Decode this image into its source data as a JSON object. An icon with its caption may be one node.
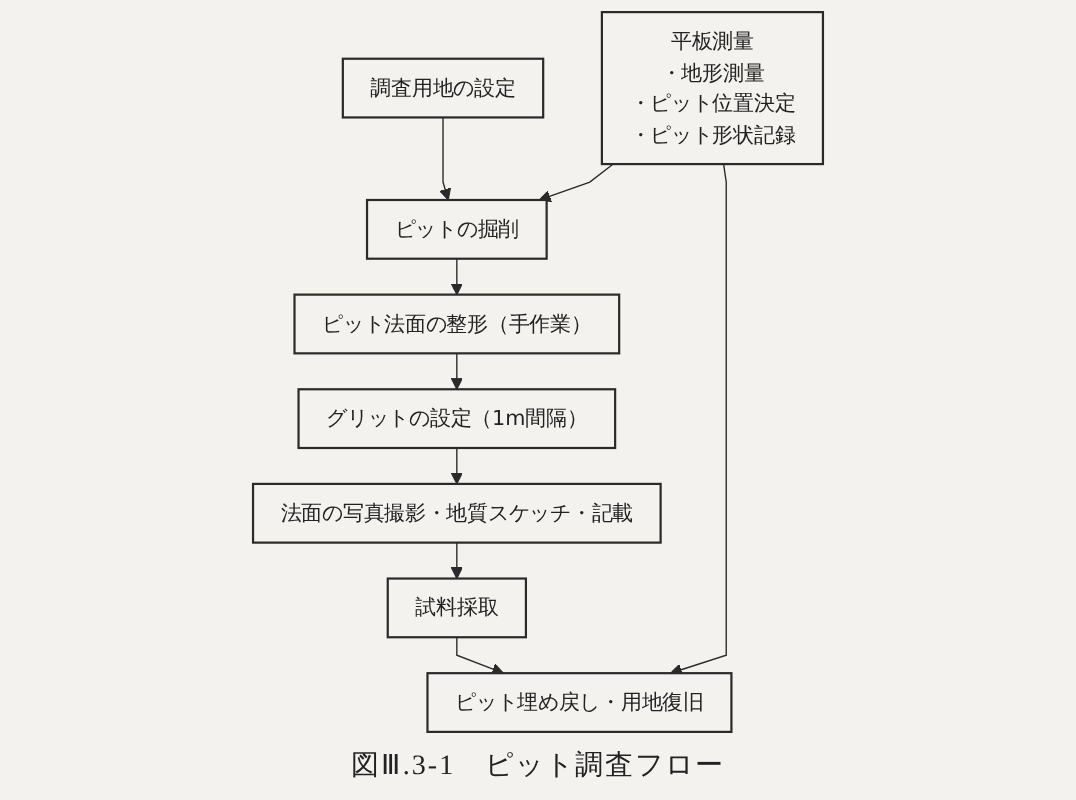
{
  "diagram": {
    "caption": "図Ⅲ.3-1　ピット調査フロー",
    "nodes": [
      {
        "text": [
          "調査用地の設定"
        ]
      },
      {
        "text": [
          "ピットの掘削"
        ]
      },
      {
        "text": [
          "ピット法面の整形（手作業）"
        ]
      },
      {
        "text": [
          "グリットの設定（1m間隔）"
        ]
      },
      {
        "text": [
          "法面の写真撮影・地質スケッチ・記載"
        ]
      },
      {
        "text": [
          "試料採取"
        ]
      },
      {
        "text": [
          "ピット埋め戻し・用地復旧"
        ]
      },
      {
        "text": [
          "平板測量",
          "・地形測量",
          "・ピット位置決定",
          "・ピット形状記録"
        ]
      }
    ],
    "edges": [
      {
        "from": 0,
        "to": 1,
        "arrow": "to"
      },
      {
        "from": 1,
        "to": 2,
        "arrow": "to"
      },
      {
        "from": 2,
        "to": 3,
        "arrow": "to"
      },
      {
        "from": 3,
        "to": 4,
        "arrow": "to"
      },
      {
        "from": 4,
        "to": 5,
        "arrow": "to"
      },
      {
        "from": 5,
        "to": 6,
        "arrow": "to"
      },
      {
        "from": 7,
        "to": 1,
        "arrow": "to"
      },
      {
        "from": 7,
        "to": 6,
        "arrow": "to"
      }
    ]
  }
}
